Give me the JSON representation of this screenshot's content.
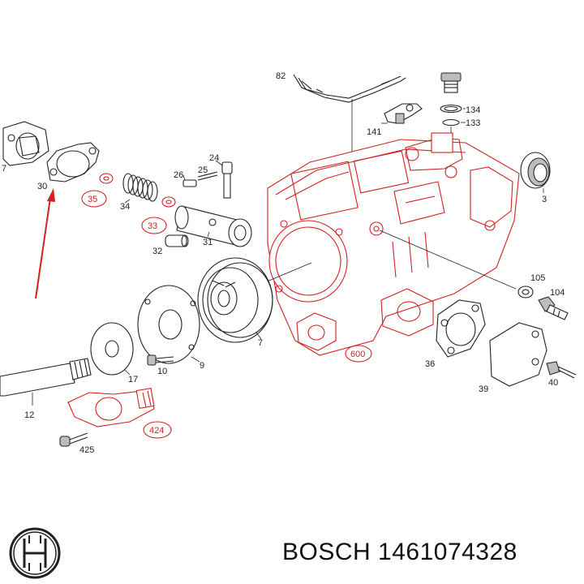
{
  "brand": {
    "text": "BOSCH 1461074328",
    "logo_icon": "bosch-armature-logo"
  },
  "colors": {
    "highlight": "#d42020",
    "line": "#222222",
    "background": "#ffffff"
  },
  "callouts": {
    "c82": "82",
    "c134": "134",
    "c133": "133",
    "c141": "141",
    "c7a": "7",
    "c30": "30",
    "c35": "35",
    "c34": "34",
    "c26": "26",
    "c25": "25",
    "c24": "24",
    "c3": "3",
    "c33": "33",
    "c31": "31",
    "c32": "32",
    "c105": "105",
    "c104": "104",
    "c7b": "7",
    "c9": "9",
    "c10": "10",
    "c17": "17",
    "c36": "36",
    "c600": "600",
    "c40": "40",
    "c39": "39",
    "c12": "12",
    "c424": "424",
    "c425": "425"
  }
}
